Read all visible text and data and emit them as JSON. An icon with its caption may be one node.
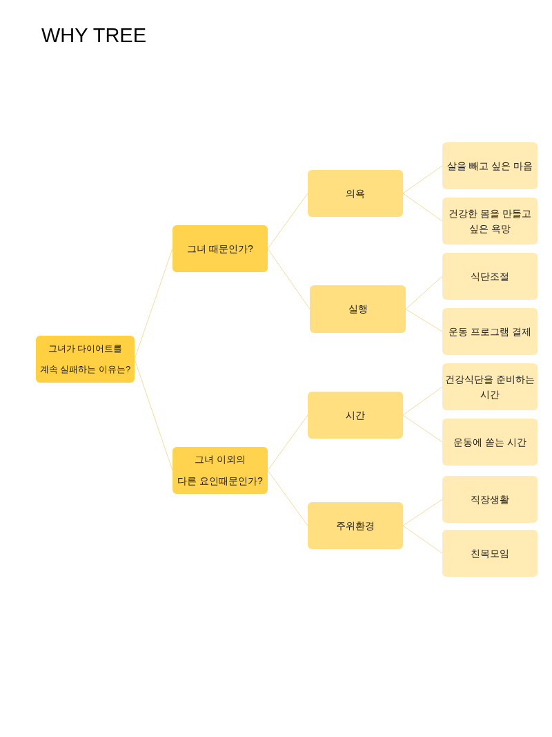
{
  "diagram": {
    "title": "WHY TREE",
    "nodes": [
      {
        "text": [
          "그녀가 다이어트를 계속 실패하는 이유는?"
        ]
      },
      {
        "text": [
          "그녀 때문인가?"
        ]
      },
      {
        "text": [
          "그녀 이외의 다른 요인때문인가?"
        ]
      },
      {
        "text": [
          "의욕"
        ]
      },
      {
        "text": [
          "실행"
        ]
      },
      {
        "text": [
          "시간"
        ]
      },
      {
        "text": [
          "주위환경"
        ]
      },
      {
        "text": [
          "살을 빼고 싶은 마음"
        ]
      },
      {
        "text": [
          "건강한 몸을 만들고 싶은 욕망"
        ]
      },
      {
        "text": [
          "식단조절"
        ]
      },
      {
        "text": [
          "운동 프로그램 결제"
        ]
      },
      {
        "text": [
          "건강식단을 준비하는 시간"
        ]
      },
      {
        "text": [
          "운동에 쏟는 시간"
        ]
      },
      {
        "text": [
          "직장생활"
        ]
      },
      {
        "text": [
          "친목모임"
        ]
      }
    ],
    "edges": [
      {
        "from": 0,
        "to": 1,
        "arrow": "none"
      },
      {
        "from": 0,
        "to": 2,
        "arrow": "none"
      },
      {
        "from": 1,
        "to": 3,
        "arrow": "none"
      },
      {
        "from": 1,
        "to": 4,
        "arrow": "none"
      },
      {
        "from": 2,
        "to": 5,
        "arrow": "none"
      },
      {
        "from": 2,
        "to": 6,
        "arrow": "none"
      },
      {
        "from": 3,
        "to": 7,
        "arrow": "none"
      },
      {
        "from": 3,
        "to": 8,
        "arrow": "none"
      },
      {
        "from": 4,
        "to": 9,
        "arrow": "none"
      },
      {
        "from": 4,
        "to": 10,
        "arrow": "none"
      },
      {
        "from": 5,
        "to": 11,
        "arrow": "none"
      },
      {
        "from": 5,
        "to": 12,
        "arrow": "none"
      },
      {
        "from": 6,
        "to": 13,
        "arrow": "none"
      },
      {
        "from": 6,
        "to": 14,
        "arrow": "none"
      }
    ]
  }
}
